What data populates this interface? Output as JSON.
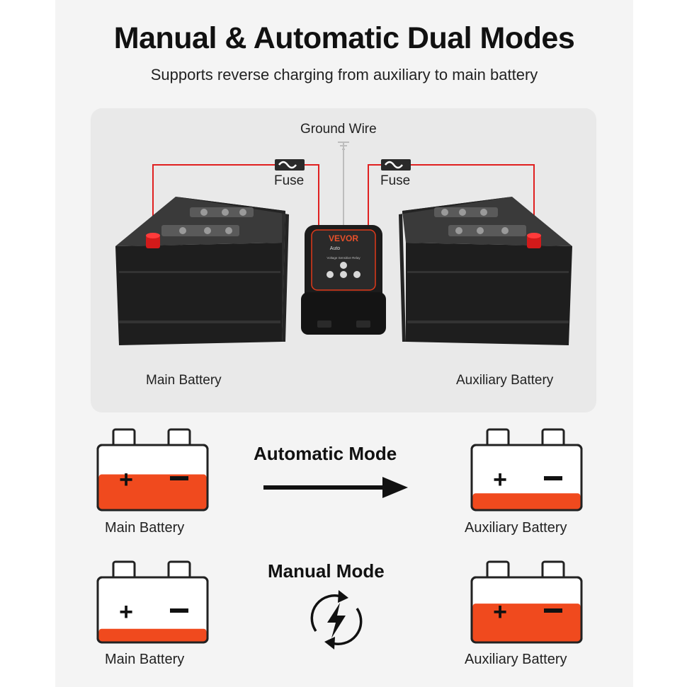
{
  "header": {
    "title": "Manual & Automatic Dual Modes",
    "subtitle": "Supports reverse charging from auxiliary to main battery"
  },
  "diagram": {
    "ground_wire_label": "Ground Wire",
    "fuse_left_label": "Fuse",
    "fuse_right_label": "Fuse",
    "main_battery_label": "Main Battery",
    "aux_battery_label": "Auxiliary Battery",
    "device": {
      "brand": "VEVOR",
      "mode_text": "Auto",
      "panel_text": "Voltage Sensitive Relay"
    }
  },
  "automatic_mode": {
    "title": "Automatic Mode",
    "source_label": "Main Battery",
    "target_label": "Auxiliary Battery",
    "source_charge_level": 0.55,
    "target_charge_level": 0.25
  },
  "manual_mode": {
    "title": "Manual Mode",
    "source_label": "Main Battery",
    "target_label": "Auxiliary Battery",
    "source_charge_level": 0.2,
    "target_charge_level": 0.6
  },
  "colors": {
    "accent": "#f04a1e",
    "wire": "#e02020",
    "battery_body": "#262626",
    "panel_bg": "#f4f4f4"
  }
}
